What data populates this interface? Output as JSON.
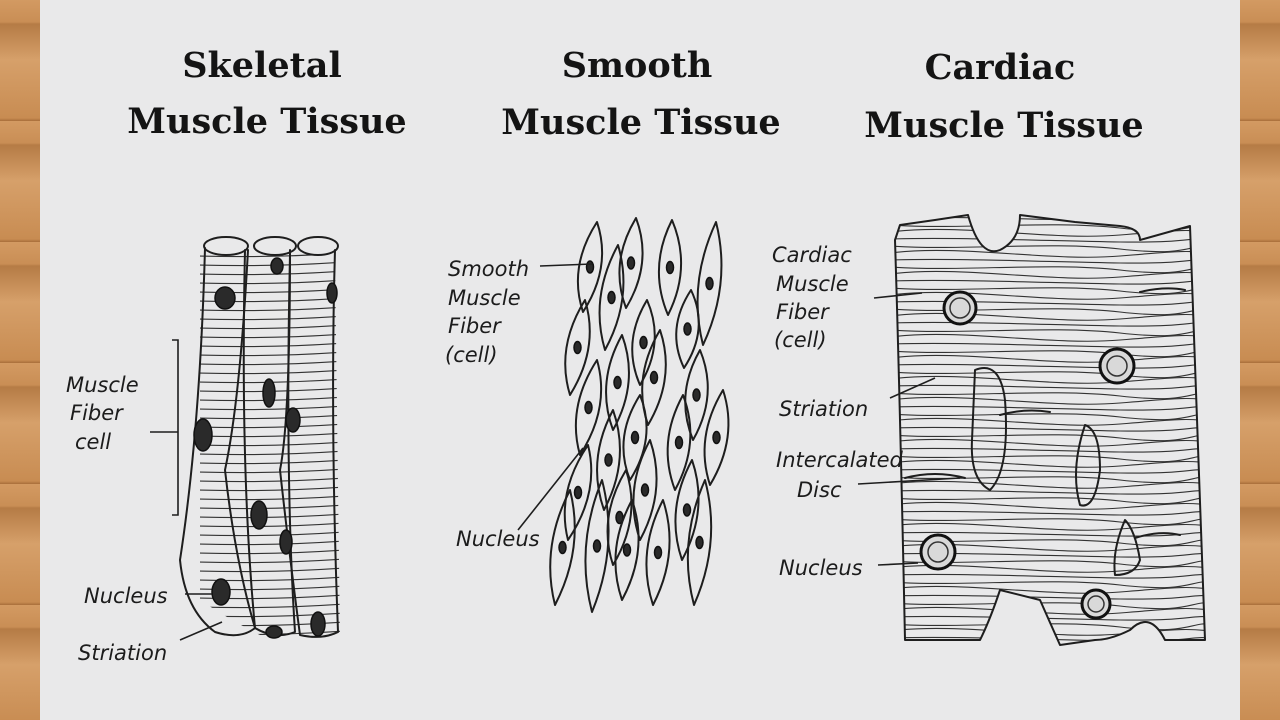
{
  "titles": {
    "skeletal": [
      "Skeletal",
      "Muscle Tissue"
    ],
    "smooth": [
      "Smooth",
      "Muscle Tissue"
    ],
    "cardiac": [
      "Cardiac",
      "Muscle Tissue"
    ]
  },
  "skeletal_labels": {
    "fiber": [
      "Muscle",
      "Fiber",
      "cell"
    ],
    "nucleus": "Nucleus",
    "striation": "Striation"
  },
  "smooth_labels": {
    "fiber": [
      "Smooth",
      "Muscle",
      "Fiber",
      "(cell)"
    ],
    "nucleus": "Nucleus"
  },
  "cardiac_labels": {
    "fiber": [
      "Cardiac",
      "Muscle",
      "Fiber",
      "(cell)"
    ],
    "striation": "Striation",
    "disc": [
      "Intercalated",
      "Disc"
    ],
    "nucleus": "Nucleus"
  }
}
